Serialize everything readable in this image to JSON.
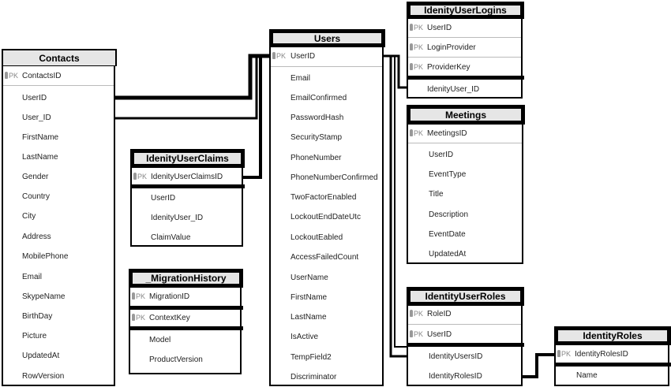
{
  "pk_label": "PK",
  "tables": {
    "contacts": {
      "title": "Contacts",
      "pk": [
        "ContactsID"
      ],
      "fields": [
        "UserID",
        "User_ID",
        "FirstName",
        "LastName",
        "Gender",
        "Country",
        "City",
        "Address",
        "MobilePhone",
        "Email",
        "SkypeName",
        "BirthDay",
        "Picture",
        "UpdatedAt",
        "RowVersion"
      ]
    },
    "users": {
      "title": "Users",
      "pk": [
        "UserID"
      ],
      "fields": [
        "Email",
        "EmailConfirmed",
        "PasswordHash",
        "SecurityStamp",
        "PhoneNumber",
        "PhoneNumberConfirmed",
        "TwoFactorEnabled",
        "LockoutEndDateUtc",
        "LockoutEabled",
        "AccessFailedCount",
        "UserName",
        "FirstName",
        "LastName",
        "IsActive",
        "TempField2",
        "Discriminator"
      ]
    },
    "idenity_user_claims": {
      "title": "IdenityUserClaims",
      "pk": [
        "IdenityUserClaimsID"
      ],
      "fields": [
        "UserID",
        "IdenityUser_ID",
        "ClaimValue"
      ]
    },
    "migration_history": {
      "title": "_MigrationHistory",
      "pk": [
        "MigrationID",
        "ContextKey"
      ],
      "fields": [
        "Model",
        "ProductVersion"
      ]
    },
    "idenity_user_logins": {
      "title": "IdenityUserLogins",
      "pk": [
        "UserID",
        "LoginProvider",
        "ProviderKey"
      ],
      "fields": [
        "IdenityUser_ID"
      ]
    },
    "meetings": {
      "title": "Meetings",
      "pk": [
        "MeetingsID"
      ],
      "fields": [
        "UserID",
        "EventType",
        "Title",
        "Description",
        "EventDate",
        "UpdatedAt"
      ]
    },
    "identity_user_roles": {
      "title": "IdentityUserRoles",
      "pk": [
        "RoleID",
        "UserID"
      ],
      "fields": [
        "IdentityUsersID",
        "IdentityRolesID"
      ]
    },
    "identity_roles": {
      "title": "IdentityRoles",
      "pk": [
        "IdentityRolesID"
      ],
      "fields": [
        "Name"
      ]
    }
  }
}
